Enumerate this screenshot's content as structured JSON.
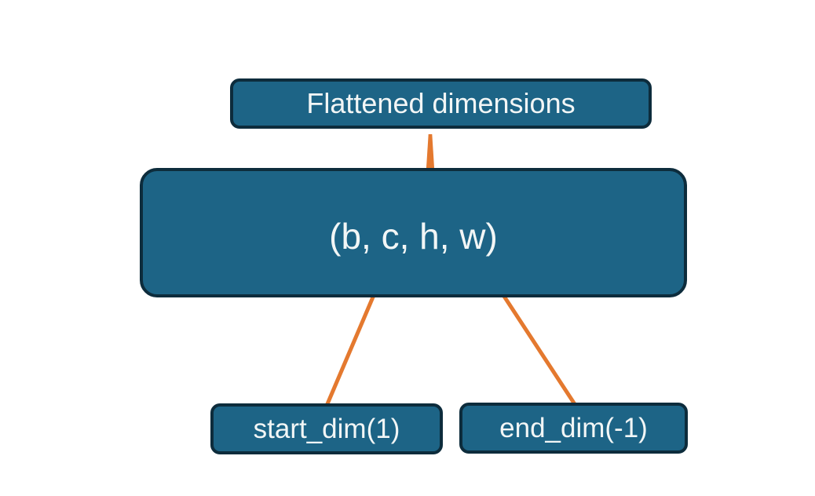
{
  "diagram": {
    "title_box": {
      "label": "Flattened dimensions"
    },
    "tensor_box": {
      "label": "(b, c, h, w)"
    },
    "start_box": {
      "label": "start_dim(1)"
    },
    "end_box": {
      "label": "end_dim(-1)"
    },
    "connectors": {
      "brace": "brace grouping c and h dims, stem linking to Flattened dimensions box",
      "arrow_start": "arrow from start_dim(1) to dim c",
      "arrow_end": "arrow from end_dim(-1) to dim w"
    },
    "colors": {
      "background": "#ffffff",
      "box_fill": "#1d6486",
      "box_border": "#0d2c3c",
      "accent": "#e4792f",
      "text": "#f2f6f6"
    }
  }
}
